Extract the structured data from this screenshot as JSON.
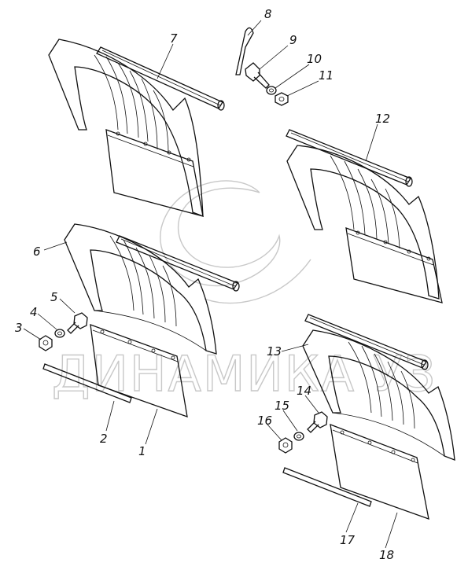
{
  "labels": {
    "n1": "1",
    "n2": "2",
    "n3": "3",
    "n4": "4",
    "n5": "5",
    "n6": "6",
    "n7": "7",
    "n8": "8",
    "n9": "9",
    "n10": "10",
    "n11": "11",
    "n12": "12",
    "n13": "13",
    "n14": "14",
    "n15": "15",
    "n16": "16",
    "n17": "17",
    "n18": "18"
  },
  "watermark": {
    "text": "ДИНАМИКА УЗ"
  }
}
